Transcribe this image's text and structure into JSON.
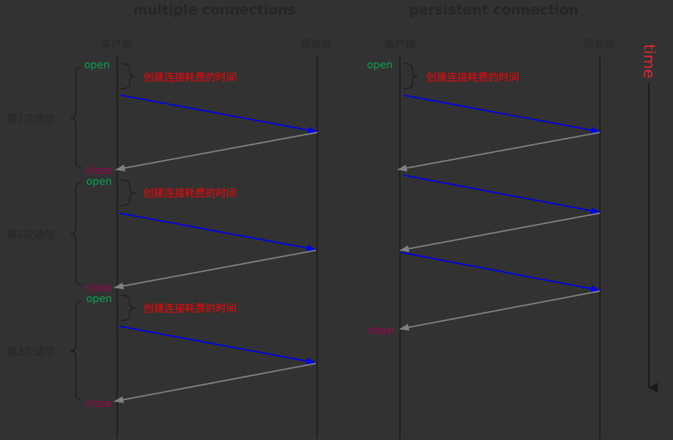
{
  "titles": {
    "left": "multiple connections",
    "right": "persistent connection"
  },
  "headers": {
    "client": "客户端",
    "server": "服务端"
  },
  "labels": {
    "open": "open",
    "close": "close",
    "setup_time": "创建连接耗费的时间",
    "time": "time"
  },
  "rounds": [
    "第1次通信",
    "第2次通信",
    "第3次通信"
  ],
  "colors": {
    "background": "#323232",
    "request_arrow": "#0000e6",
    "response_arrow": "#808080",
    "lifeline": "#1e1e1e",
    "open_text": "#00a651",
    "close_text": "#a0004f",
    "note_text": "#ff0000",
    "time_text": "#e0282e"
  }
}
